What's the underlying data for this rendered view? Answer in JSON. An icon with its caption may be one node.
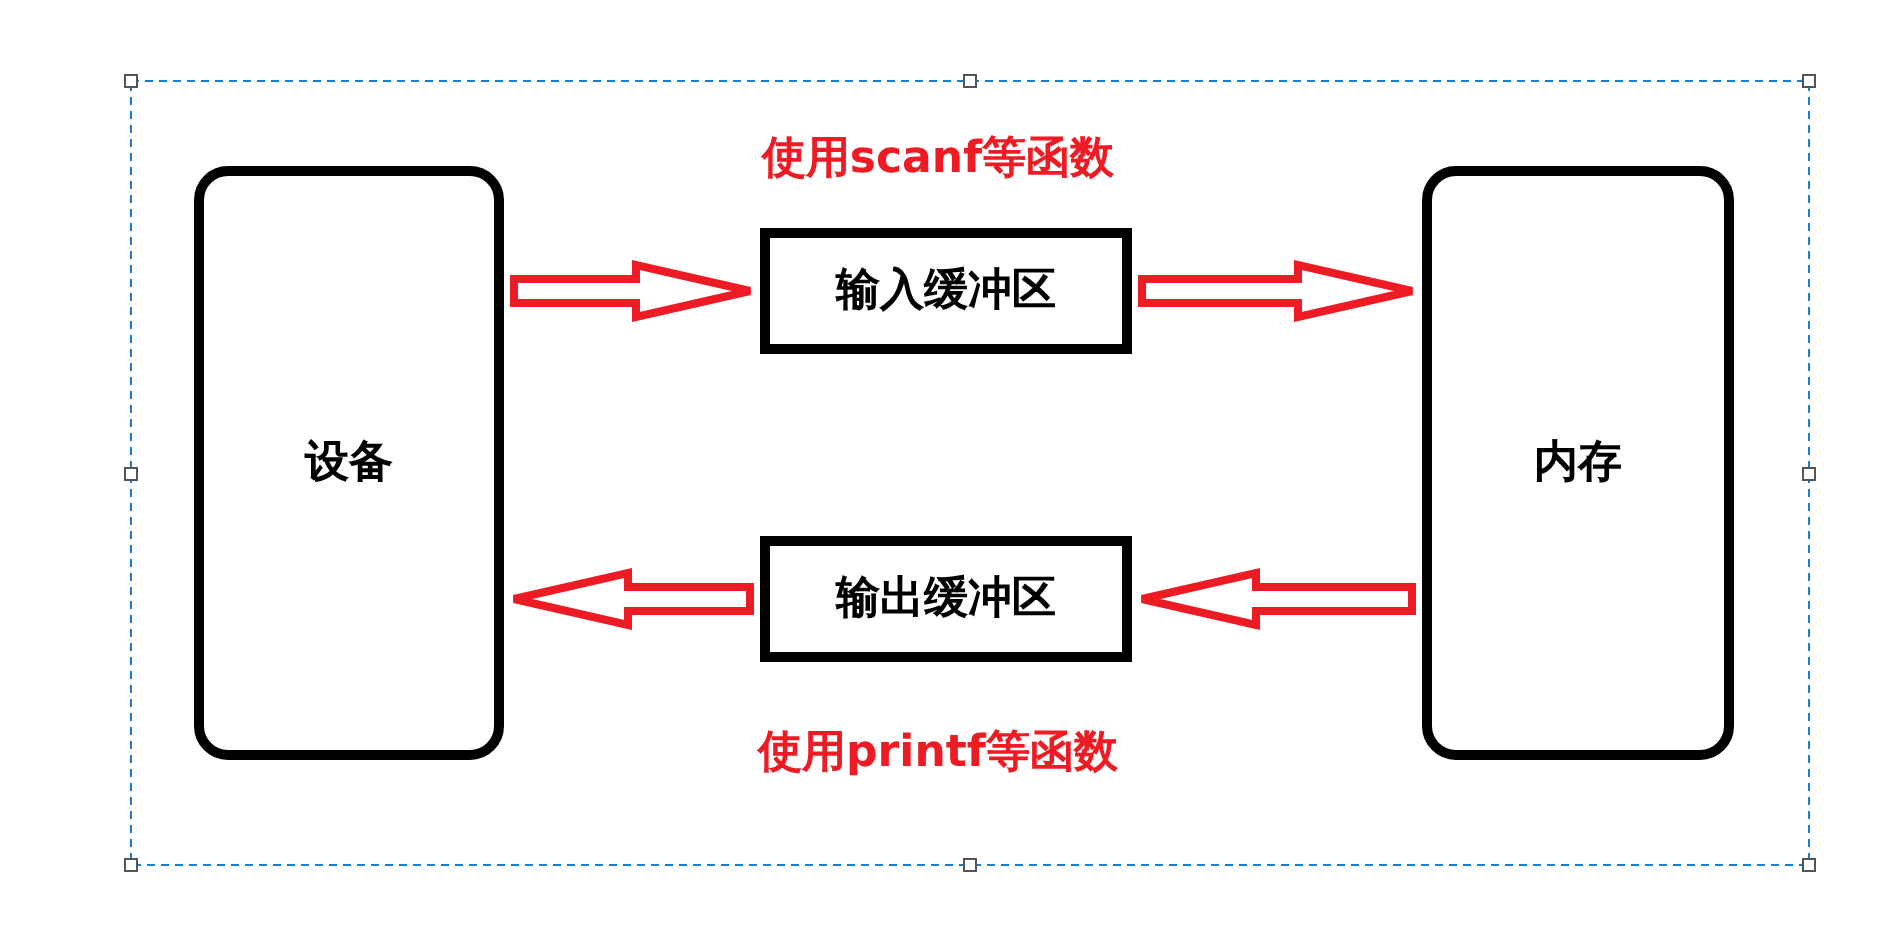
{
  "diagram": {
    "nodes": [
      {
        "text": [
          "设备"
        ]
      },
      {
        "text": [
          "输入缓冲区"
        ],
        "beside": [
          "使用scanf等函数"
        ]
      },
      {
        "text": [
          "输出缓冲区"
        ],
        "beside": [
          "使用printf等函数"
        ]
      },
      {
        "text": [
          "内存"
        ]
      }
    ],
    "edges": [
      {
        "from": 0,
        "to": 1,
        "arrow": "to"
      },
      {
        "from": 1,
        "to": 3,
        "arrow": "to"
      },
      {
        "from": 3,
        "to": 2,
        "arrow": "to"
      },
      {
        "from": 2,
        "to": 0,
        "arrow": "to"
      }
    ]
  }
}
